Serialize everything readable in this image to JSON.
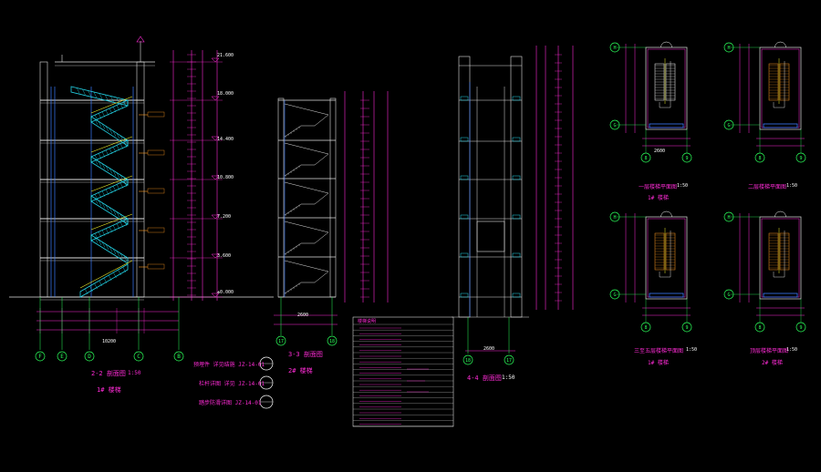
{
  "colors": {
    "background": "#000000",
    "wall": "#e0e0e0",
    "dim": "#ff2bd6",
    "axis": "#2bff5a",
    "stair": "#22d3e6",
    "note": "#ff9a1f",
    "label": "#ffffff",
    "yellow": "#f2f22b",
    "blue": "#3a7bff"
  },
  "axis_labels": {
    "section22": [
      "F",
      "E",
      "D",
      "C",
      "B"
    ],
    "section33": [
      "17",
      "18"
    ],
    "section44": [
      "18",
      "17"
    ],
    "plan_rows": [
      "H",
      "G"
    ],
    "plan_cols": [
      "8",
      "9"
    ]
  },
  "dims": {
    "total_width": "10200",
    "plan_width": "2600",
    "sec44_width": "2600",
    "sec33_width": "2600"
  },
  "titles": {
    "section22": "2-2 剖面图",
    "section22_scale": "1:50",
    "section22_sub": "1# 楼梯",
    "section33": "3-3 剖面图",
    "section33_sub": "2# 楼梯",
    "section44": "4-4 剖面图",
    "section44_scale": "1:50",
    "plan1": "一层楼梯平面图",
    "plan1_scale": "1:50",
    "plan1_sub": "1# 楼梯",
    "plan2": "二层楼梯平面图",
    "plan2_scale": "1:50",
    "plan3": "三至五层楼梯平面图",
    "plan3_scale": "1:50",
    "plan3_sub": "1# 楼梯",
    "plan4": "顶层楼梯平面图",
    "plan4_scale": "1:50",
    "plan4_sub": "2# 楼梯"
  },
  "legend": [
    "预埋件 详见结施 JZ-14-01",
    "栏杆详图 详见 JZ-14-01",
    "踏步防滑详图 JZ-14-01"
  ],
  "notes_title": "楼梯说明",
  "level_marks": [
    "±0.000",
    "3.600",
    "7.200",
    "10.800",
    "14.400",
    "18.000",
    "21.600"
  ]
}
